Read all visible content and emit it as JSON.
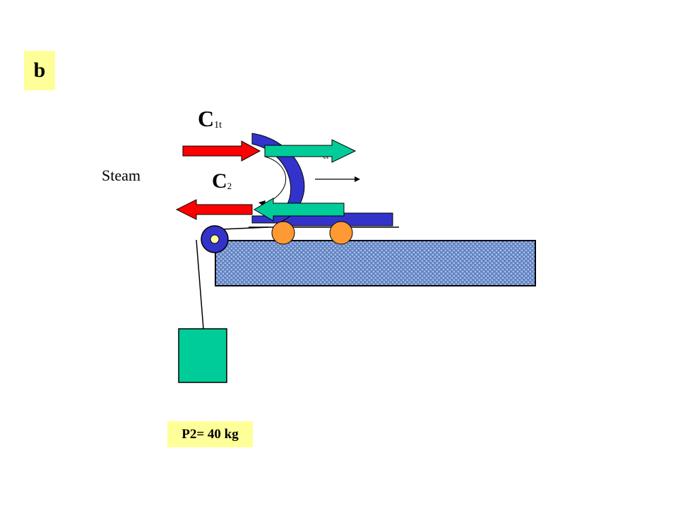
{
  "panel_label": "b",
  "steam_label": "Steam",
  "c1_label": {
    "main": "C",
    "sub": "1t"
  },
  "c2_label": {
    "main": "C",
    "sub": "2"
  },
  "alpha_label": "α",
  "mass_label": "P2= 40 kg",
  "colors": {
    "label_bg": "#ffff99",
    "red_arrow": "#ff0000",
    "green_arrow": "#00cc99",
    "blade": "#3333cc",
    "cart_body": "#3333cc",
    "wheel": "#ff9933",
    "table": "#6f8fc9",
    "weight": "#00cc99"
  },
  "icons": [
    "pulley-icon",
    "wheel-icon"
  ]
}
